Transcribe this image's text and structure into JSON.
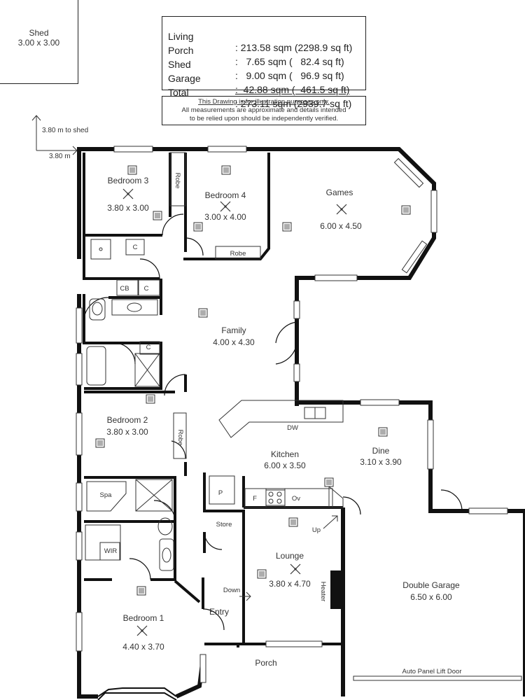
{
  "shed": {
    "name": "Shed",
    "dims": "3.00 x 3.00"
  },
  "areas": [
    {
      "name": "Living",
      "value": ": 213.58 sqm (2298.9 sq ft)"
    },
    {
      "name": "Porch",
      "value": ":   7.65 sqm (   82.4 sq ft)"
    },
    {
      "name": "Shed",
      "value": ":   9.00 sqm (   96.9 sq ft)"
    },
    {
      "name": "Garage",
      "value": ":  42.88 sqm (  461.5 sq ft)"
    },
    {
      "name": "Total",
      "value": ": 273.11 sqm (2939.7 sq ft)"
    }
  ],
  "disclaimer": [
    "This Drawing is for illustration purposes only.",
    "All measurements are approximate and details intended",
    "to be relied upon should be independently verified."
  ],
  "dimension_notes": {
    "to_shed": "3.80 m to shed",
    "horizontal": "3.80 m"
  },
  "rooms": {
    "bedroom3": {
      "name": "Bedroom 3",
      "dims": "3.80 x 3.00"
    },
    "bedroom4": {
      "name": "Bedroom 4",
      "dims": "3.00 x 4.00"
    },
    "games": {
      "name": "Games",
      "dims": "6.00 x 4.50"
    },
    "family": {
      "name": "Family",
      "dims": "4.00 x 4.30"
    },
    "bedroom2": {
      "name": "Bedroom 2",
      "dims": "3.80 x 3.00"
    },
    "kitchen": {
      "name": "Kitchen",
      "dims": "6.00 x 3.50"
    },
    "dine": {
      "name": "Dine",
      "dims": "3.10 x 3.90"
    },
    "lounge": {
      "name": "Lounge",
      "dims": "3.80 x 4.70"
    },
    "garage": {
      "name": "Double Garage",
      "dims": "6.50 x 6.00"
    },
    "bedroom1": {
      "name": "Bedroom 1",
      "dims": "4.40 x 3.70"
    }
  },
  "labels": {
    "robe": "Robe",
    "c": "C",
    "cb": "CB",
    "dw": "DW",
    "spa": "Spa",
    "wir": "WIR",
    "p": "P",
    "f": "F",
    "ov": "Ov",
    "store": "Store",
    "up": "Up",
    "down": "Down",
    "entry": "Entry",
    "heater": "Heater",
    "porch": "Porch",
    "garage_door": "Auto Panel Lift Door"
  }
}
